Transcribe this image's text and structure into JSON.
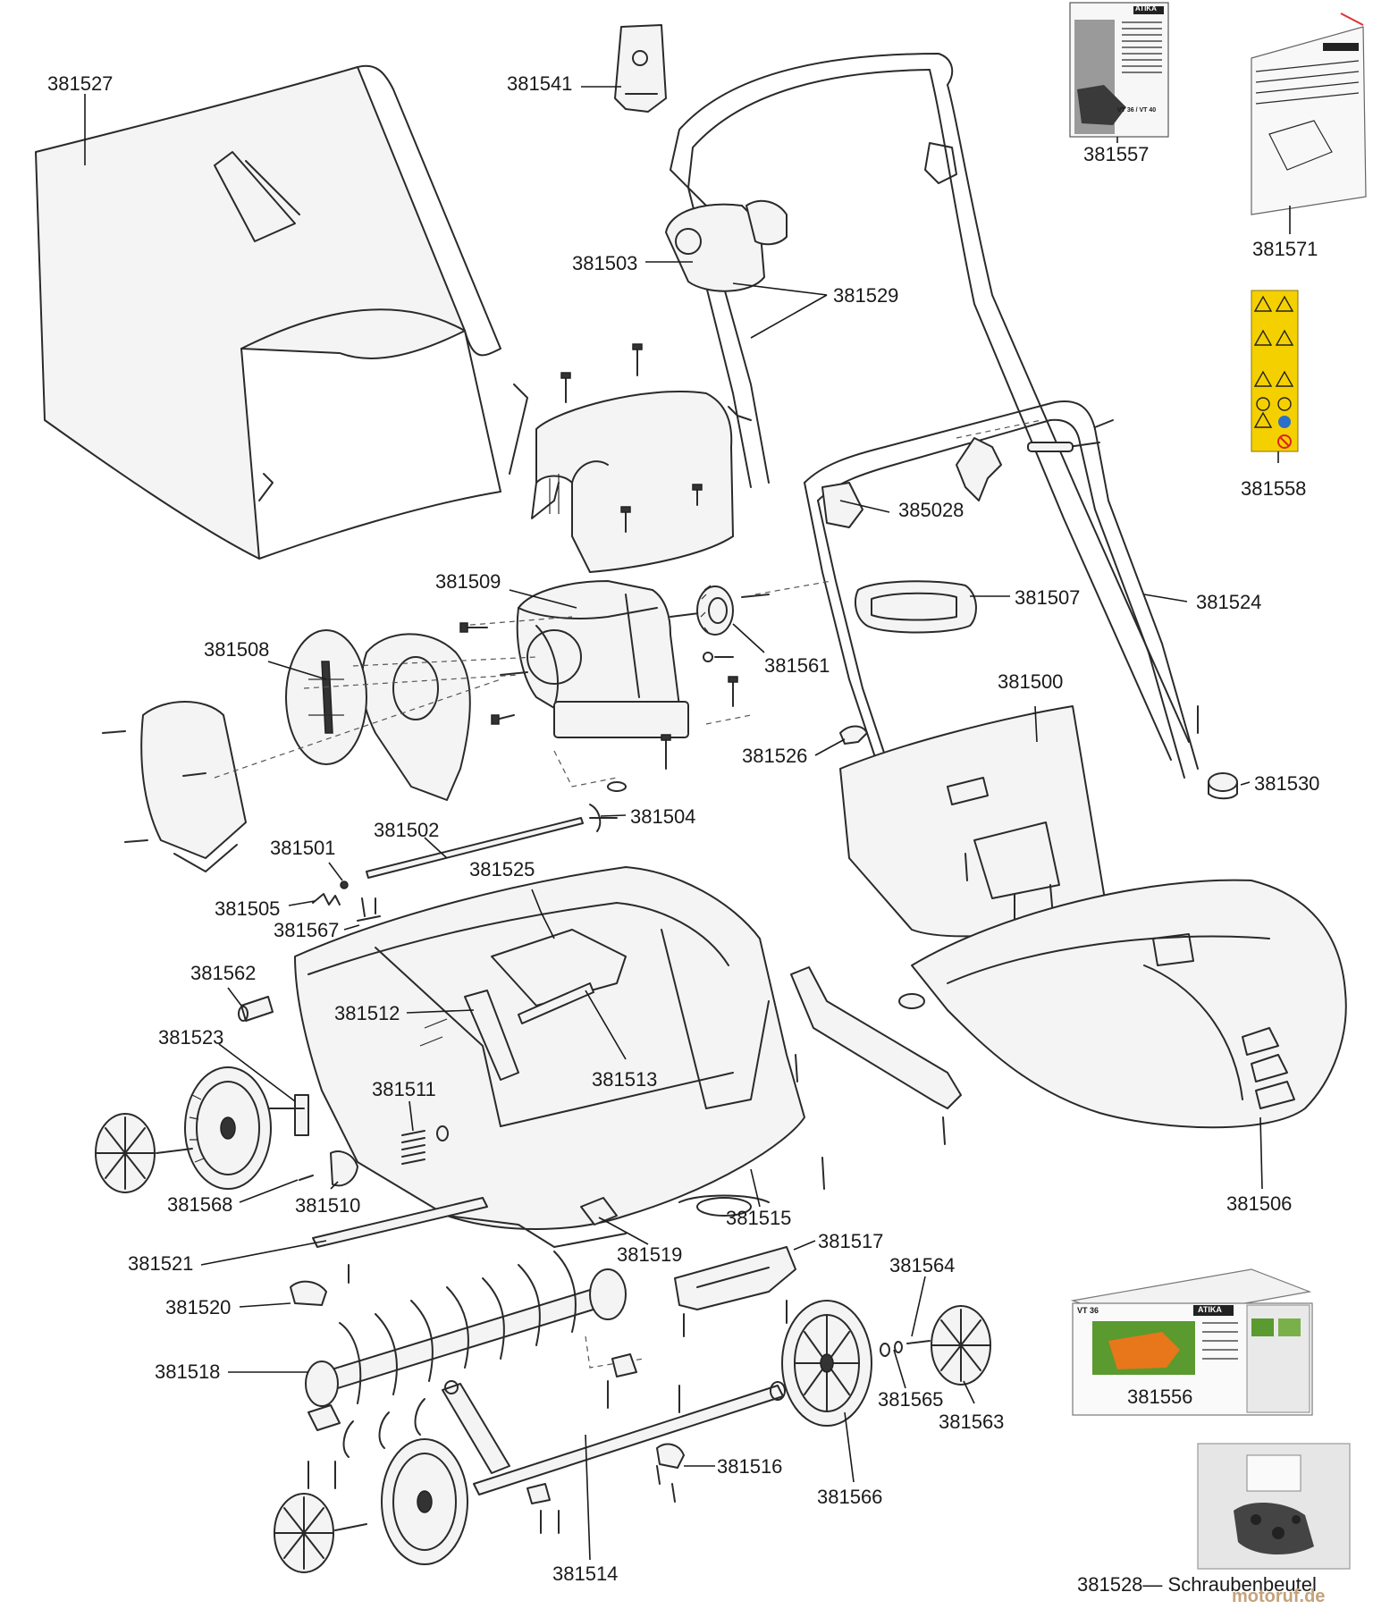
{
  "labels": {
    "p381527": "381527",
    "p381541": "381541",
    "p381557": "381557",
    "p381571": "381571",
    "p381503": "381503",
    "p381529": "381529",
    "p381558": "381558",
    "p385028": "385028",
    "p381509": "381509",
    "p381507": "381507",
    "p381524": "381524",
    "p381508": "381508",
    "p381561": "381561",
    "p381500": "381500",
    "p381526": "381526",
    "p381530": "381530",
    "p381504": "381504",
    "p381502": "381502",
    "p381501": "381501",
    "p381525": "381525",
    "p381505": "381505",
    "p381567": "381567",
    "p381562": "381562",
    "p381512": "381512",
    "p381523": "381523",
    "p381511": "381511",
    "p381513": "381513",
    "p381568": "381568",
    "p381510": "381510",
    "p381515": "381515",
    "p381506": "381506",
    "p381521": "381521",
    "p381519": "381519",
    "p381517": "381517",
    "p381564": "381564",
    "p381520": "381520",
    "p381556": "381556",
    "p381518": "381518",
    "p381565": "381565",
    "p381563": "381563",
    "p381516": "381516",
    "p381566": "381566",
    "p381514": "381514",
    "p381528": "381528— Schraubenbeutel"
  },
  "brand": {
    "manual_brand": "ATIKA",
    "manual_models": "VT 36 / VT 40",
    "box_brand": "ATIKA",
    "box_model": "VT 36",
    "watermark": "motoruf.de"
  },
  "colors": {
    "warning_yellow": "#f5d000",
    "mower_orange": "#e8761a",
    "grass_green": "#5a9a2e"
  }
}
